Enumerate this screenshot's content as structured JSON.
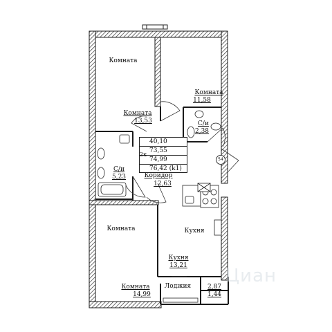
{
  "rooms": {
    "room1": {
      "name": "Комната",
      "area": "13,53"
    },
    "room1_top_label": "Комната",
    "room2": {
      "name": "Комната",
      "area": "11,58"
    },
    "bath_small": {
      "name": "С/и",
      "area": "2,38"
    },
    "bath_big": {
      "name": "С/и",
      "area": "5,23"
    },
    "corridor": {
      "name": "Коридор",
      "area": "12,63"
    },
    "room3_label": "Комната",
    "room3": {
      "name": "Комната",
      "area": "14,99"
    },
    "kitchen_label": "Кухня",
    "kitchen": {
      "name": "Кухня",
      "area": "13,21"
    },
    "loggia": {
      "name": "Лоджия"
    },
    "loggia_area": {
      "top": "2,87",
      "bottom": "1,44"
    }
  },
  "area_summary": {
    "rows": [
      "40,10",
      "73,55",
      "74,99",
      "76,42  (k1)"
    ],
    "rooms_count": "2к"
  },
  "axis_badge": "54",
  "watermark": "Циан",
  "colors": {
    "wall": "#1a1a1a",
    "hatch": "#555555",
    "line": "#222222"
  }
}
